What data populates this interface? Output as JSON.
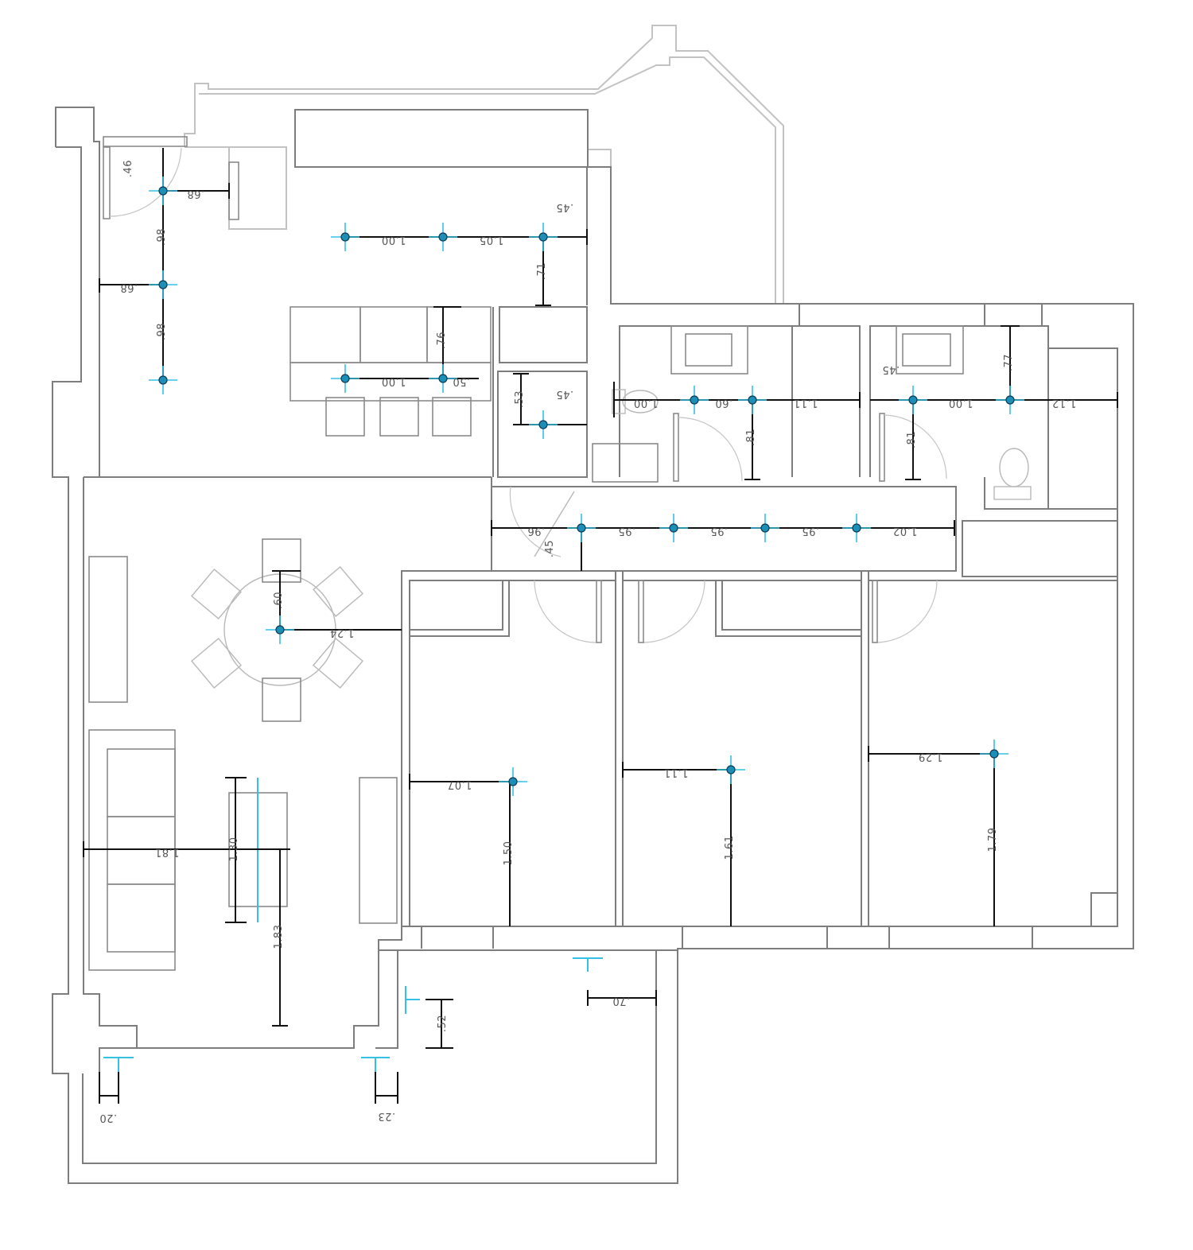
{
  "drawing": {
    "wall_color": "#7d7d7d",
    "dimension_color": "#111111",
    "fixture_color": "#35c1e6",
    "fixture_icon": "ceiling-light-icon",
    "wall_lamp_icon": "wall-light-icon"
  },
  "dimensions": {
    "d_046": ".46",
    "d_068a": ".68",
    "d_098a": ".98",
    "d_068b": ".68",
    "d_098b": ".98",
    "d_100a": "1.00",
    "d_105": "1.05",
    "d_045a": ".45",
    "d_071": ".71",
    "d_076": ".76",
    "d_100b": "1.00",
    "d_050": ".50",
    "d_053": ".53",
    "d_045b": ".45",
    "d_100c": "1.00",
    "d_060a": ".60",
    "d_111a": "1.11",
    "d_081a": ".81",
    "d_045c": ".45",
    "d_100d": "1.00",
    "d_077": ".77",
    "d_112": "1.12",
    "d_081b": ".81",
    "d_096": ".96",
    "d_045d": ".45",
    "d_095a": ".95",
    "d_095b": ".95",
    "d_095c": ".95",
    "d_102": "1.02",
    "d_060b": ".60",
    "d_124": "1.24",
    "d_107": "1.07",
    "d_150": "1.50",
    "d_111b": "1.11",
    "d_161": "1.61",
    "d_129": "1.29",
    "d_179": "1.79",
    "d_181": "1.81",
    "d_130": "1.30",
    "d_183": "1.83",
    "d_070": ".70",
    "d_052": ".52",
    "d_020": ".20",
    "d_023": ".23"
  }
}
